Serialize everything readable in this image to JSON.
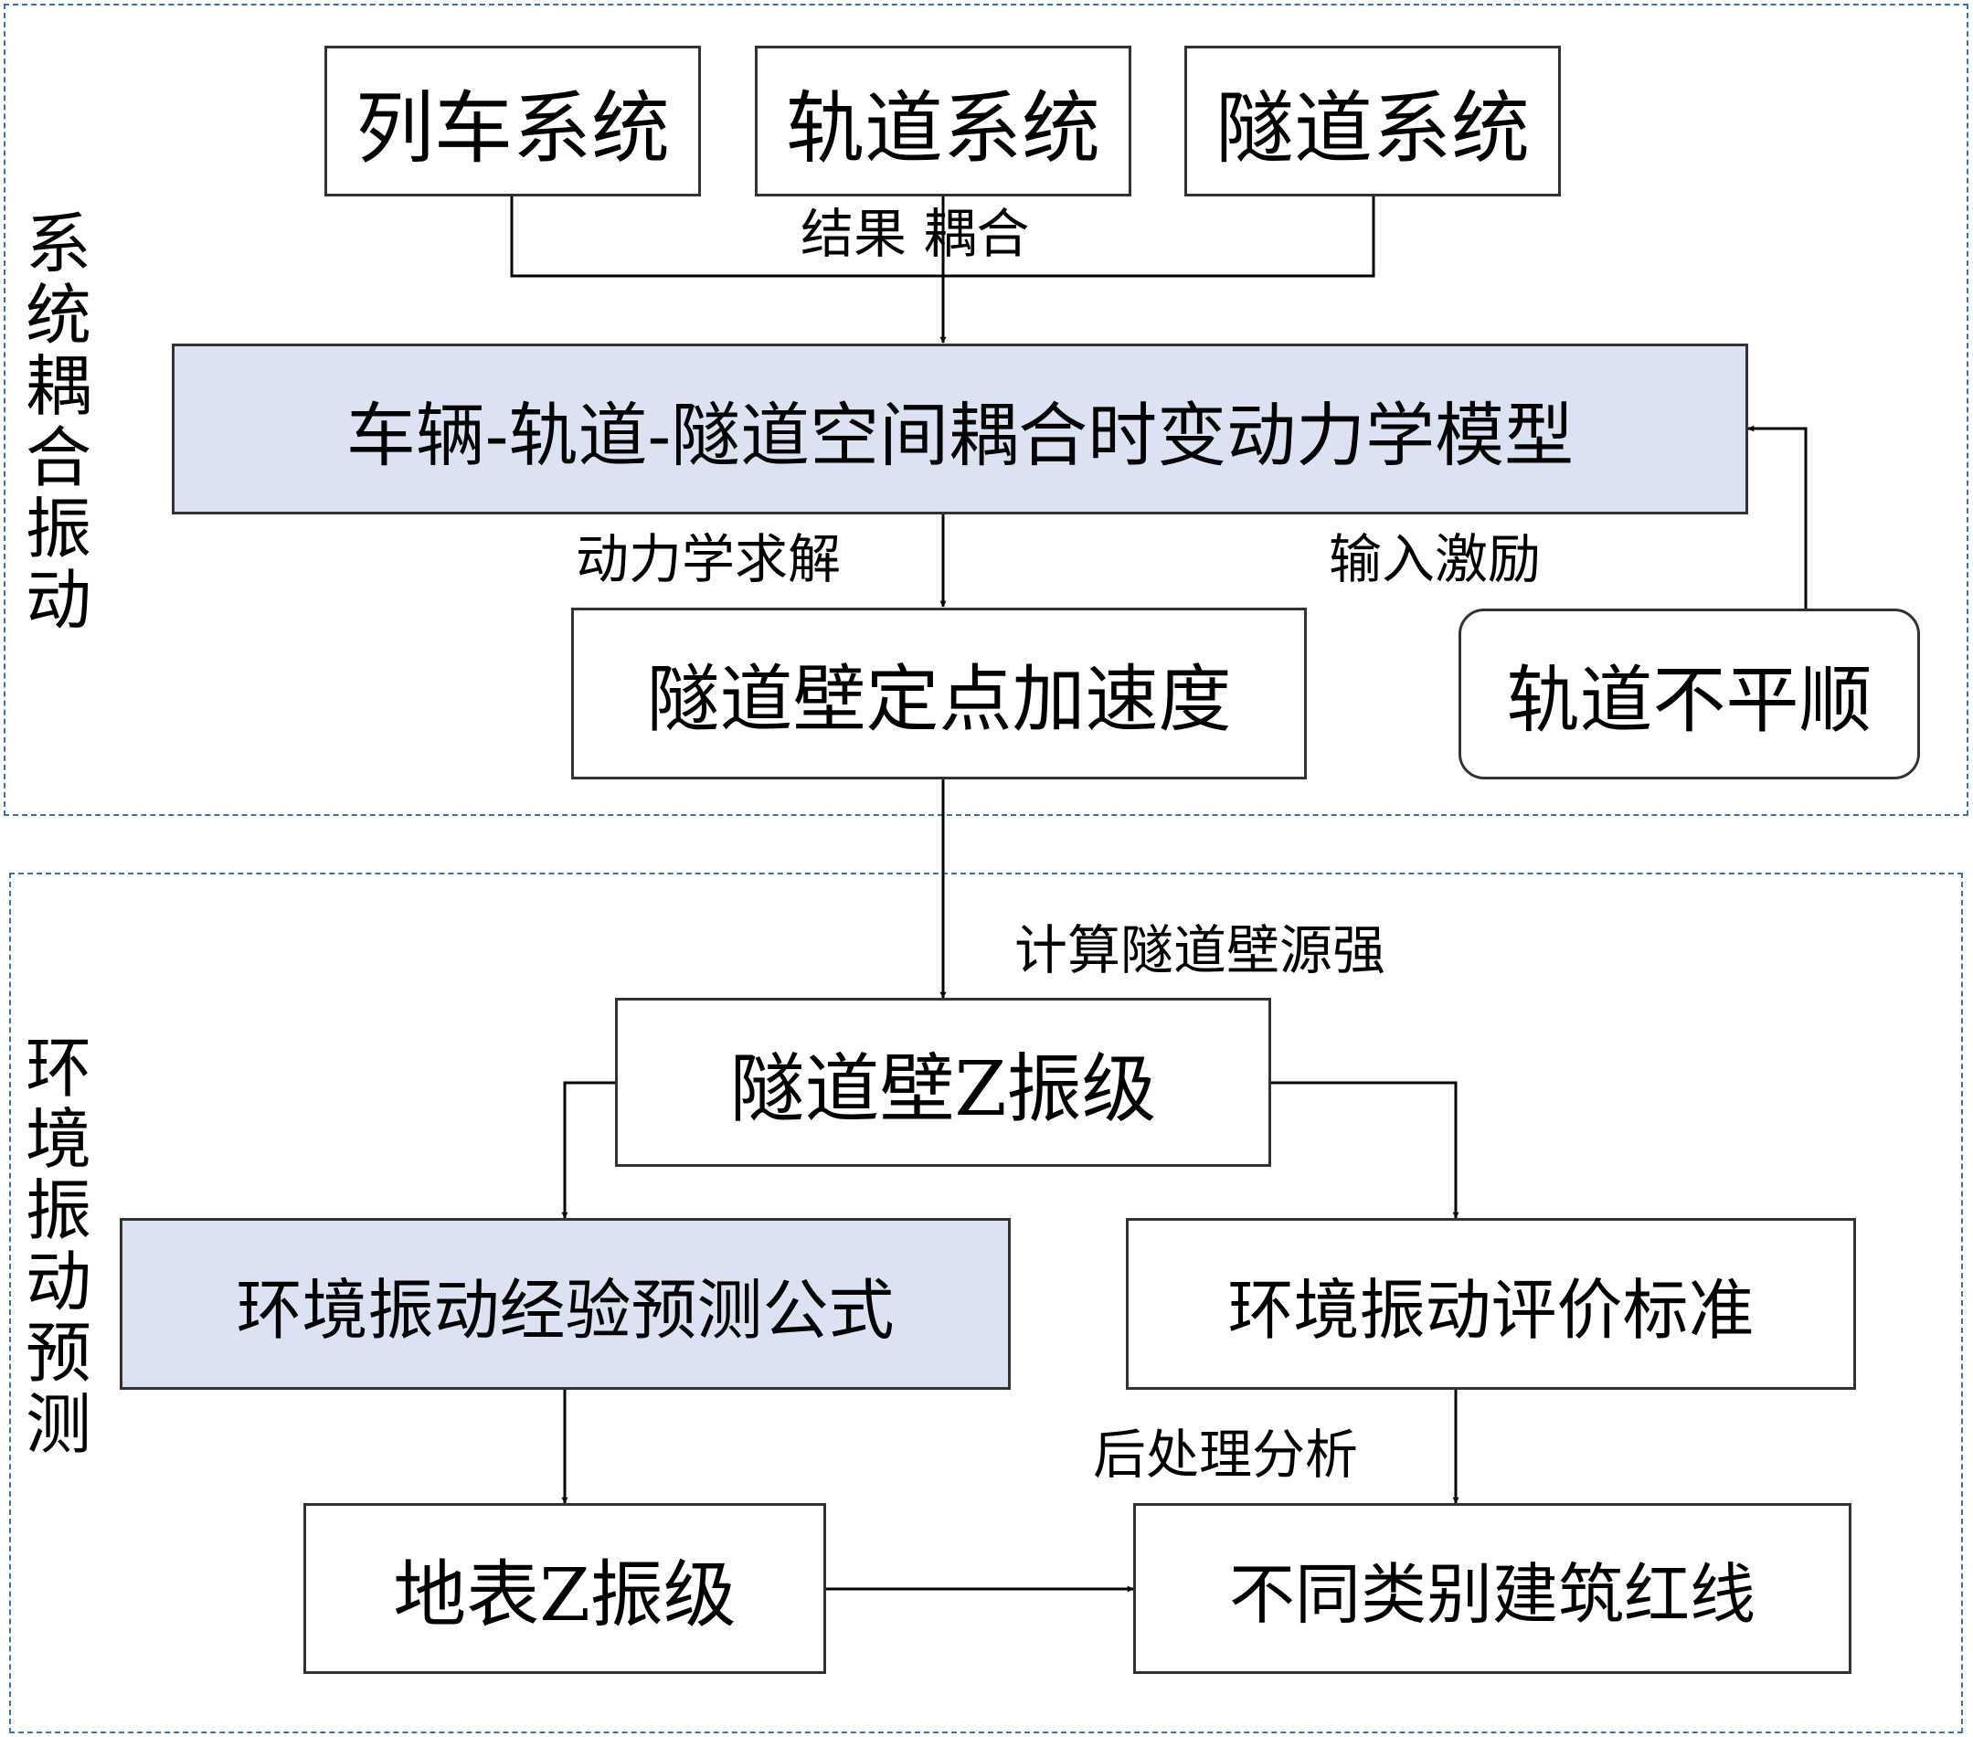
{
  "groups": {
    "coupling": {
      "label": "系统耦合振动"
    },
    "environment": {
      "label": "环境振动预测"
    }
  },
  "nodes": {
    "train": "列车系统",
    "track": "轨道系统",
    "tunnel": "隧道系统",
    "model": "车辆-轨道-隧道空间耦合时变动力学模型",
    "wall_accel": "隧道壁定点加速度",
    "irregularity": "轨道不平顺",
    "wall_z": "隧道壁Z振级",
    "formula": "环境振动经验预测公式",
    "standard": "环境振动评价标准",
    "surface_z": "地表Z振级",
    "redline": "不同类别建筑红线"
  },
  "edges": {
    "result_coupling": "结果 耦合",
    "dynamics_solve": "动力学求解",
    "input_excitation": "输入激励",
    "compute_source": "计算隧道壁源强",
    "post_process": "后处理分析"
  },
  "colors": {
    "highlight_fill": "#dbe2f1",
    "group_border": "#3f6fae",
    "box_border": "#333333"
  }
}
